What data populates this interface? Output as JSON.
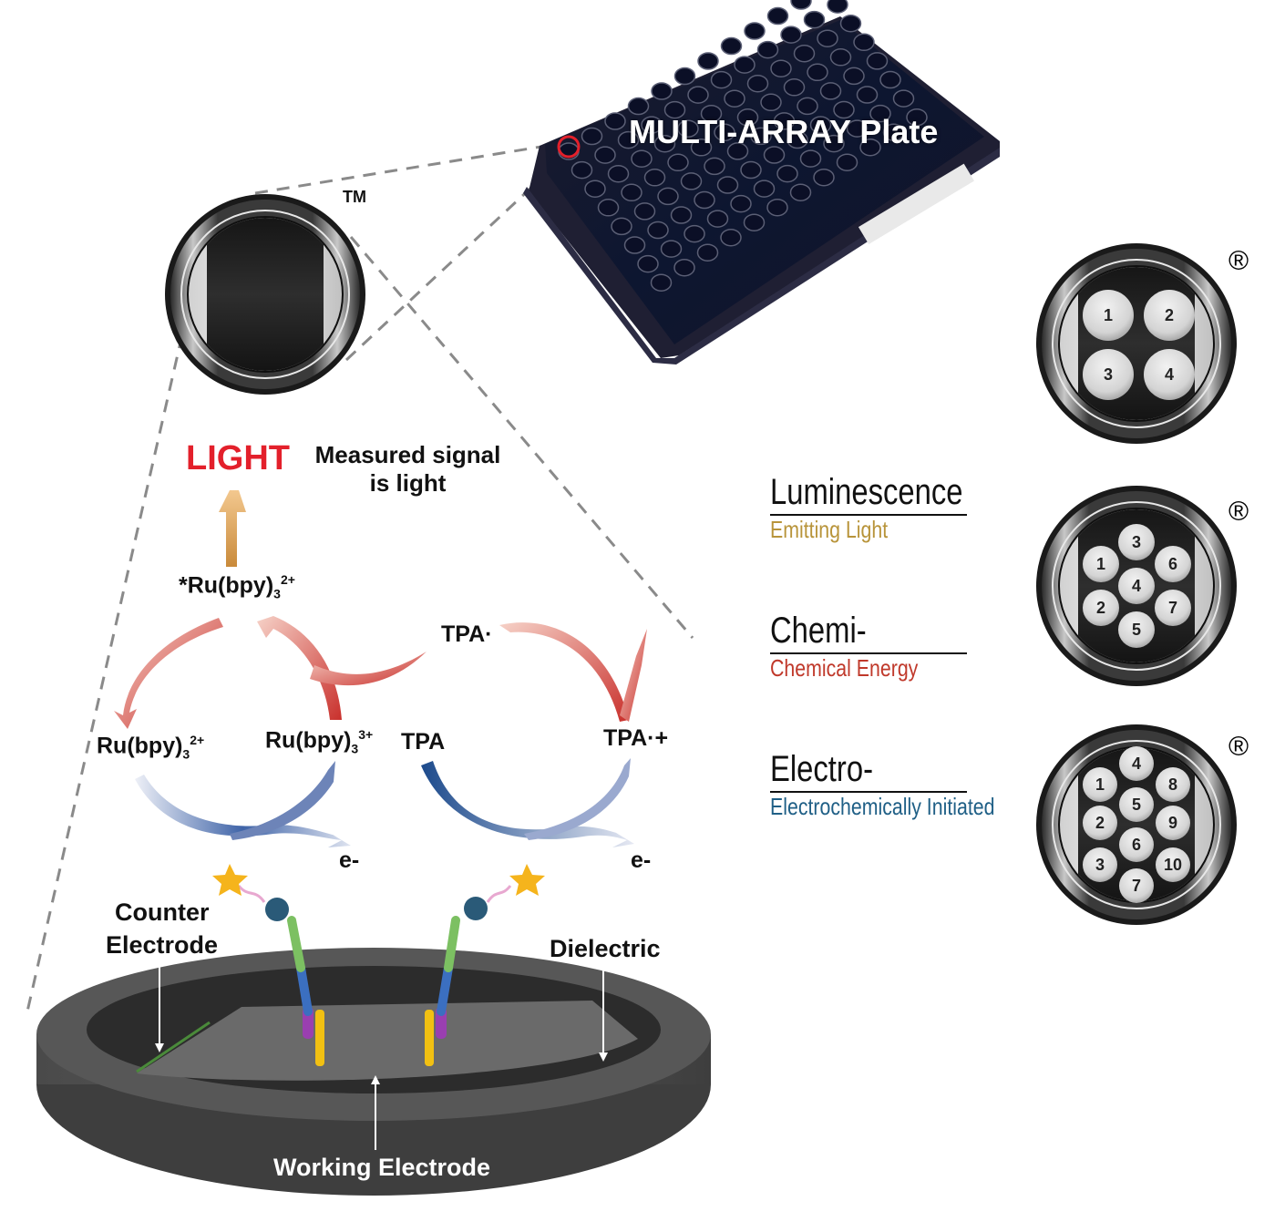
{
  "plate": {
    "title": "MULTI-ARRAY Plate",
    "rows": 8,
    "columns": 12,
    "highlight_color": "#e3202b"
  },
  "well_zoom": {
    "trademark": "TM"
  },
  "signal": {
    "light_label": "LIGHT",
    "light_color": "#e3202b",
    "measured_line1": "Measured signal",
    "measured_line2": "is light"
  },
  "chemistry": {
    "excited_ru": {
      "base": "*Ru(bpy)",
      "sub": "3",
      "sup": "2+"
    },
    "ru2": {
      "base": "Ru(bpy)",
      "sub": "3",
      "sup": "2+"
    },
    "ru3": {
      "base": "Ru(bpy)",
      "sub": "3",
      "sup": "3+"
    },
    "tpa": "TPA",
    "tpa_radical": "TPA·",
    "tpa_radical_cation": "TPA·+",
    "electron_left": "e-",
    "electron_right": "e-"
  },
  "electrode": {
    "counter_line1": "Counter",
    "counter_line2": "Electrode",
    "dielectric": "Dielectric",
    "working": "Working Electrode"
  },
  "terms": [
    {
      "title": "Luminescence",
      "subtitle": "Emitting Light",
      "color": "#b8943a"
    },
    {
      "title": "Chemi-",
      "subtitle": "Chemical Energy",
      "color": "#c0392b"
    },
    {
      "title": "Electro-",
      "subtitle": "Electrochemically Initiated",
      "color": "#1f5f86"
    }
  ],
  "spot_wells": [
    {
      "registered": "®",
      "spots": [
        "1",
        "2",
        "3",
        "4"
      ]
    },
    {
      "registered": "®",
      "spots": [
        "1",
        "2",
        "3",
        "4",
        "5",
        "6",
        "7"
      ]
    },
    {
      "registered": "®",
      "spots": [
        "1",
        "2",
        "3",
        "4",
        "5",
        "6",
        "7",
        "8",
        "9",
        "10"
      ]
    }
  ]
}
